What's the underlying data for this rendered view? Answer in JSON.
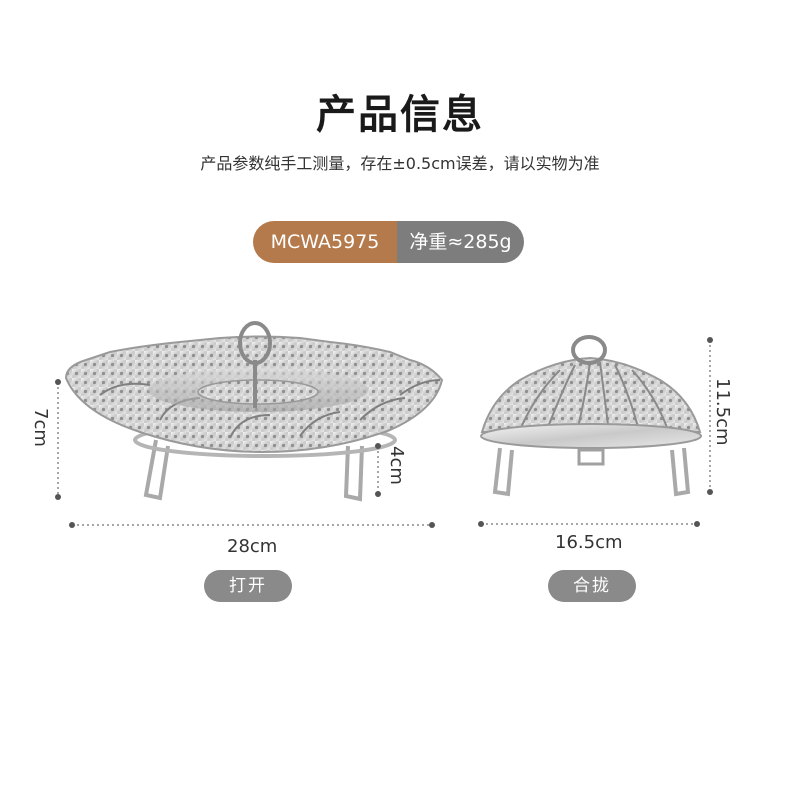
{
  "title": "产品信息",
  "subtitle": "产品参数纯手工测量，存在±0.5cm误差，请以实物为准",
  "model": "MCWA5975",
  "weight": "净重≈285g",
  "open": {
    "height": "7cm",
    "leg_height": "4cm",
    "width": "28cm",
    "label": "打开"
  },
  "closed": {
    "height": "11.5cm",
    "width": "16.5cm",
    "label": "合拢"
  },
  "colors": {
    "model_bg": "#b47a4b",
    "weight_bg": "#7d7d7d",
    "tag_bg": "#8a8a8a"
  }
}
